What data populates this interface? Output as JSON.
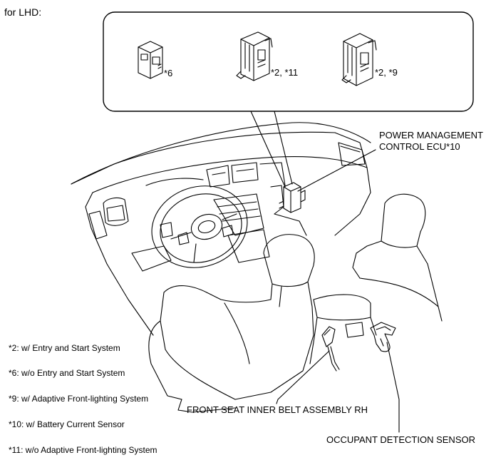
{
  "header_label": "for LHD:",
  "callout": {
    "ecu_a_note": "*6",
    "ecu_b_note": "*2, *11",
    "ecu_c_note": "*2, *9"
  },
  "labels": {
    "power_mgmt_line1": "POWER MANAGEMENT",
    "power_mgmt_line2": "CONTROL ECU*10",
    "belt": "FRONT SEAT INNER BELT ASSEMBLY RH",
    "occupant": "OCCUPANT DETECTION SENSOR"
  },
  "notes": [
    "*2: w/ Entry and Start System",
    "*6: w/o Entry and Start System",
    "*9: w/ Adaptive Front-lighting System",
    "*10: w/ Battery Current Sensor",
    "*11: w/o Adaptive Front-lighting System"
  ]
}
